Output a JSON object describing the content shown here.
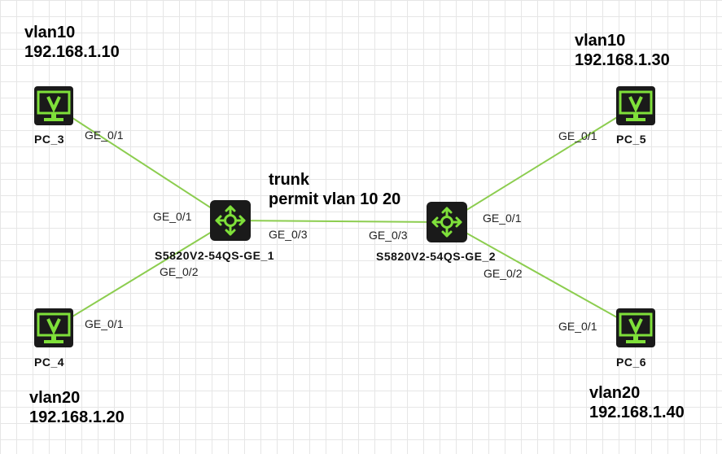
{
  "colors": {
    "link": "#8ccd4f",
    "accent": "#7fe03a",
    "device": "#1a1a1a"
  },
  "nodes": {
    "pc3": {
      "label": "PC_3",
      "icon": "pc-monitor-icon"
    },
    "pc4": {
      "label": "PC_4",
      "icon": "pc-monitor-icon"
    },
    "pc5": {
      "label": "PC_5",
      "icon": "pc-monitor-icon"
    },
    "pc6": {
      "label": "PC_6",
      "icon": "pc-monitor-icon"
    },
    "sw1": {
      "label": "S5820V2-54QS-GE_1",
      "icon": "switch-icon"
    },
    "sw2": {
      "label": "S5820V2-54QS-GE_2",
      "icon": "switch-icon"
    }
  },
  "ports": {
    "pc3_ge01": "GE_0/1",
    "sw1_ge01": "GE_0/1",
    "sw1_ge02": "GE_0/2",
    "sw1_ge03": "GE_0/3",
    "pc4_ge01": "GE_0/1",
    "sw2_ge03": "GE_0/3",
    "sw2_ge01": "GE_0/1",
    "sw2_ge02": "GE_0/2",
    "pc5_ge01": "GE_0/1",
    "pc6_ge01": "GE_0/1"
  },
  "annotations": {
    "pc3": {
      "vlan": "vlan10",
      "ip": "192.168.1.10"
    },
    "pc4": {
      "vlan": "vlan20",
      "ip": "192.168.1.20"
    },
    "pc5": {
      "vlan": "vlan10",
      "ip": "192.168.1.30"
    },
    "pc6": {
      "vlan": "vlan20",
      "ip": "192.168.1.40"
    },
    "trunk": {
      "line1": "trunk",
      "line2": "permit vlan 10 20"
    }
  }
}
